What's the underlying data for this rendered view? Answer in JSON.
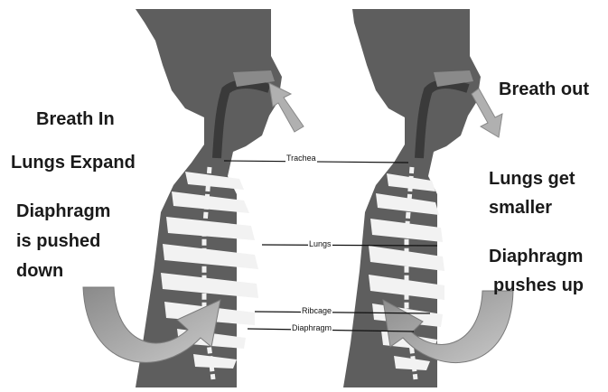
{
  "labels": {
    "breath_in": "Breath In",
    "lungs_expand": "Lungs Expand",
    "diaphragm_down_1": "Diaphragm",
    "diaphragm_down_2": "is pushed",
    "diaphragm_down_3": "down",
    "breath_out": "Breath out",
    "lungs_smaller_1": "Lungs get",
    "lungs_smaller_2": "smaller",
    "diaphragm_up_1": "Diaphragm",
    "diaphragm_up_2": "pushes up"
  },
  "parts": {
    "trachea": "Trachea",
    "lungs": "Lungs",
    "ribcage": "Ribcage",
    "diaphragm": "Diaphragm"
  },
  "colors": {
    "body": "#5e5e5e",
    "body_dark": "#3a3a3a",
    "rib": "#f2f2f2",
    "arrow": "#a3a3a3",
    "background": "#ffffff"
  }
}
